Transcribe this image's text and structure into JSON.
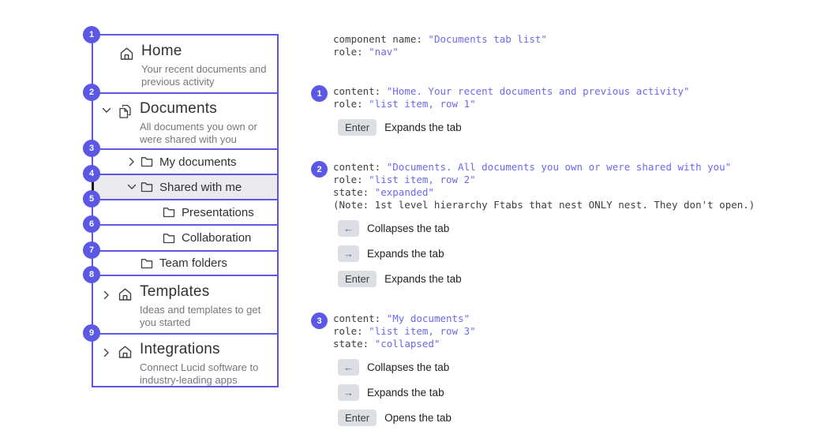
{
  "colors": {
    "accent_purple": "#5b58e6",
    "code_value_purple": "#6c69ee",
    "selected_row_bg": "#ebebed",
    "keycap_bg": "#dbdee3",
    "focus_bar": "#141414"
  },
  "sidebar": {
    "items": [
      {
        "num": "1",
        "title": "Home",
        "subtitle": "Your recent documents and\nprevious activity",
        "icon": "home"
      },
      {
        "num": "2",
        "title": "Documents",
        "subtitle": "All documents you own or\nwere shared with you",
        "icon": "documents",
        "chevron": "down",
        "state": "expanded"
      },
      {
        "num": "3",
        "label": "My documents",
        "icon": "folder",
        "chevron": "right",
        "state": "collapsed"
      },
      {
        "num": "4",
        "label": "Shared with me",
        "icon": "folder",
        "chevron": "down",
        "state": "expanded",
        "selected": true
      },
      {
        "num": "5",
        "label": "Presentations",
        "icon": "folder"
      },
      {
        "num": "6",
        "label": "Collaboration",
        "icon": "folder"
      },
      {
        "num": "7",
        "label": "Team folders",
        "icon": "folder"
      },
      {
        "num": "8",
        "title": "Templates",
        "subtitle": "Ideas and templates to get\nyou started",
        "icon": "home",
        "chevron": "right"
      },
      {
        "num": "9",
        "title": "Integrations",
        "subtitle": "Connect Lucid software to\nindustry-leading apps",
        "icon": "home",
        "chevron": "right"
      }
    ]
  },
  "spec": {
    "intro": {
      "line1_key": "component name: ",
      "line1_val": "\"Documents tab list\"",
      "line2_key": "role: ",
      "line2_val": "\"nav\""
    },
    "blocks": [
      {
        "num": "1",
        "lines": [
          {
            "key": "content: ",
            "value": "\"Home. Your recent documents and previous activity\""
          },
          {
            "key": "role: ",
            "value": "\"list item, row 1\""
          }
        ],
        "keys": [
          {
            "cap": "Enter",
            "desc": "Expands the tab"
          }
        ]
      },
      {
        "num": "2",
        "lines": [
          {
            "key": "content: ",
            "value": "\"Documents. All documents you own or were shared with you\""
          },
          {
            "key": "role: ",
            "value": "\"list item, row 2\""
          },
          {
            "key": "state: ",
            "value": "\"expanded\""
          },
          {
            "key": "(Note: 1st level hierarchy Ftabs that nest ONLY nest. They don't open.)",
            "value": ""
          }
        ],
        "keys": [
          {
            "cap": "←",
            "desc": "Collapses the tab"
          },
          {
            "cap": "→",
            "desc": "Expands the tab"
          },
          {
            "cap": "Enter",
            "desc": "Expands the tab"
          }
        ]
      },
      {
        "num": "3",
        "lines": [
          {
            "key": "content: ",
            "value": "\"My documents\""
          },
          {
            "key": "role: ",
            "value": "\"list item, row 3\""
          },
          {
            "key": "state: ",
            "value": "\"collapsed\""
          }
        ],
        "keys": [
          {
            "cap": "←",
            "desc": "Collapses the tab"
          },
          {
            "cap": "→",
            "desc": "Expands the tab"
          },
          {
            "cap": "Enter",
            "desc": "Opens the tab"
          }
        ]
      }
    ]
  }
}
